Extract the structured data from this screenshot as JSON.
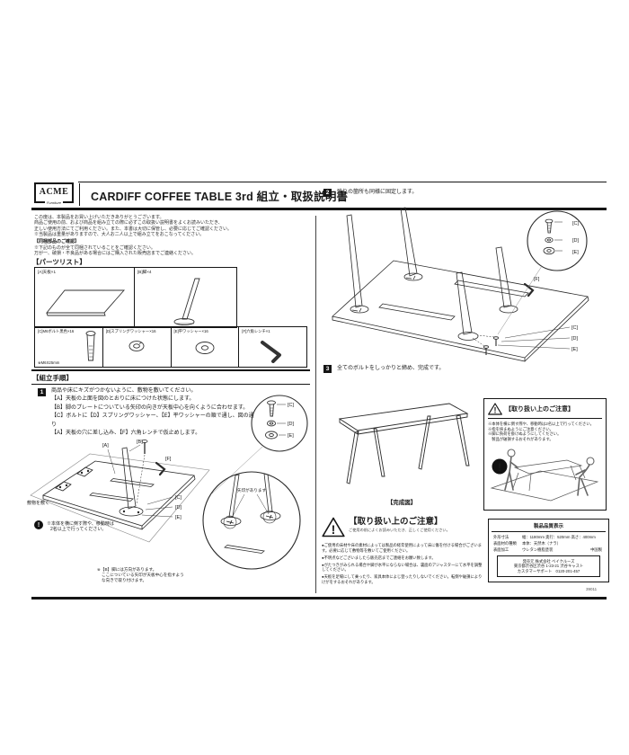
{
  "header": {
    "logo_main": "ACME",
    "logo_sub": "Furniture",
    "title": "CARDIFF COFFEE TABLE 3rd 組立・取扱説明書"
  },
  "intro": {
    "lines": [
      "この度は、本製品をお買い上げいただきありがとうございます。",
      "商品ご使用の前、および商品を組み立ての際に必ずこの取扱い説明書をよくお読みいただき、",
      "正しい使用方法にてご利用ください。また、本書は大切に保管し、必要に応じてご確認ください。",
      "※当製品は重量がありますので、大人お二人以上で組み立てをおこなってください。"
    ]
  },
  "included": {
    "heading": "【同梱部品のご確認】",
    "lines": [
      "※下記のものが全て同梱されていることをご確認ください。",
      "万が一、破損・不良品がある場合にはご購入された販売店までご連絡ください。"
    ]
  },
  "parts": {
    "heading": "【パーツリスト】",
    "a_label": "[A]天板×1",
    "b_label": "[B]脚×4",
    "c_label": "[C]M6ボルト黒色×16",
    "c_note": "※M6X25mm",
    "d_label": "[D]スプリングワッシャー×16",
    "e_label": "[E]平ワッシャー×16",
    "f_label": "[F]六角レンチ×1"
  },
  "labels": {
    "a": "[A]",
    "b": "[B]",
    "c": "[C]",
    "d": "[D]",
    "e": "[E]",
    "f": "[F]"
  },
  "assembly": {
    "heading": "【組立手順】",
    "step1": {
      "num": "1",
      "lines": [
        "商品や床にキズがつかないように、敷物を敷いてください。",
        "【A】天板の上面を図のとおりに床につけた状態にします。",
        "【B】脚のプレートについている矢印の向きが天板中心を向くように合わせます。",
        "【C】ボルトに【D】スプリングワッシャー、【E】平ワッシャーの順で通し、図の通り",
        "【A】天板の穴に差し込み、【F】六角レンチで仮止めします。"
      ],
      "mat_label": "敷物を敷く",
      "warning_lines": [
        "※本体を横に倒す際や、移動時は",
        "2名以上で行ってください。"
      ],
      "zoom_label": "矢印があります",
      "note_lines": [
        "※【B】脚には方向があります。",
        "ここについている矢印が天板中心を指すよう",
        "な向きで取り付けます。"
      ]
    },
    "step2": {
      "num": "2",
      "text": "残りの箇所も同様に固定します。"
    },
    "step3": {
      "num": "3",
      "text": "全てのボルトをしっかりと締め、完成です。",
      "finished_label": "【完成図】"
    }
  },
  "caution_right": {
    "title": "【取り扱い上のご注意】",
    "lines": [
      "※本体を横に倒す際や、移動時は2名以上で行ってください。",
      "※指を挟まぬようにご注意ください。",
      "※脚に負荷を掛けぬようにしてください。",
      "　製品が破損するおそれがあります。"
    ]
  },
  "caution_bottom": {
    "title": "【取り扱い上のご注意】",
    "subtitle": "ご使用の前によくお読みいただき、正しくご使用ください。",
    "bullets": [
      "●ご使用の床材や床の素材によっては製品の経年使用によって床に傷を付ける場合がございます。必要に応じて敷物等を敷いてご使用ください。",
      "●不明点などございましたら販売店までご連絡をお願い致します。",
      "●がたつきがみられる場合や脚が水平にならない場合は、裏面のアジャスターにて水平を調整してください。",
      "●天板を足場にして乗ったり、家具本体によじ登ったりしないでください。転倒や破損によりけがをするおそれがあります。"
    ]
  },
  "quality": {
    "title": "製品品質表示",
    "rows": [
      {
        "label": "外形寸法",
        "value": "幅：1180mm 奥行：520mm 高さ：400mm"
      },
      {
        "label": "表面材の種類",
        "value": "本体：天然木（ナラ）"
      },
      {
        "label": "表面加工",
        "value": "ウレタン樹脂塗装"
      }
    ],
    "made_in": "中国製",
    "seller_lines": [
      "発売元 株式会社 ベイクルーズ",
      "東京都渋谷区渋谷 1-23-21 渋谷キャスト",
      "カスタマーサポート　0120-201-457"
    ],
    "doc_no": "39011"
  },
  "glyphs": {
    "exclaim": "!"
  }
}
